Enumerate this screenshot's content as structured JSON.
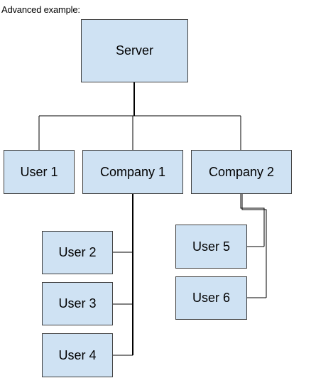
{
  "caption": "Advanced example:",
  "nodes": {
    "server": "Server",
    "user1": "User 1",
    "company1": "Company 1",
    "company2": "Company 2",
    "user2": "User 2",
    "user3": "User 3",
    "user4": "User 4",
    "user5": "User 5",
    "user6": "User 6"
  },
  "colors": {
    "node_fill": "#cfe2f3",
    "node_border": "#404040",
    "connector": "#000000"
  }
}
